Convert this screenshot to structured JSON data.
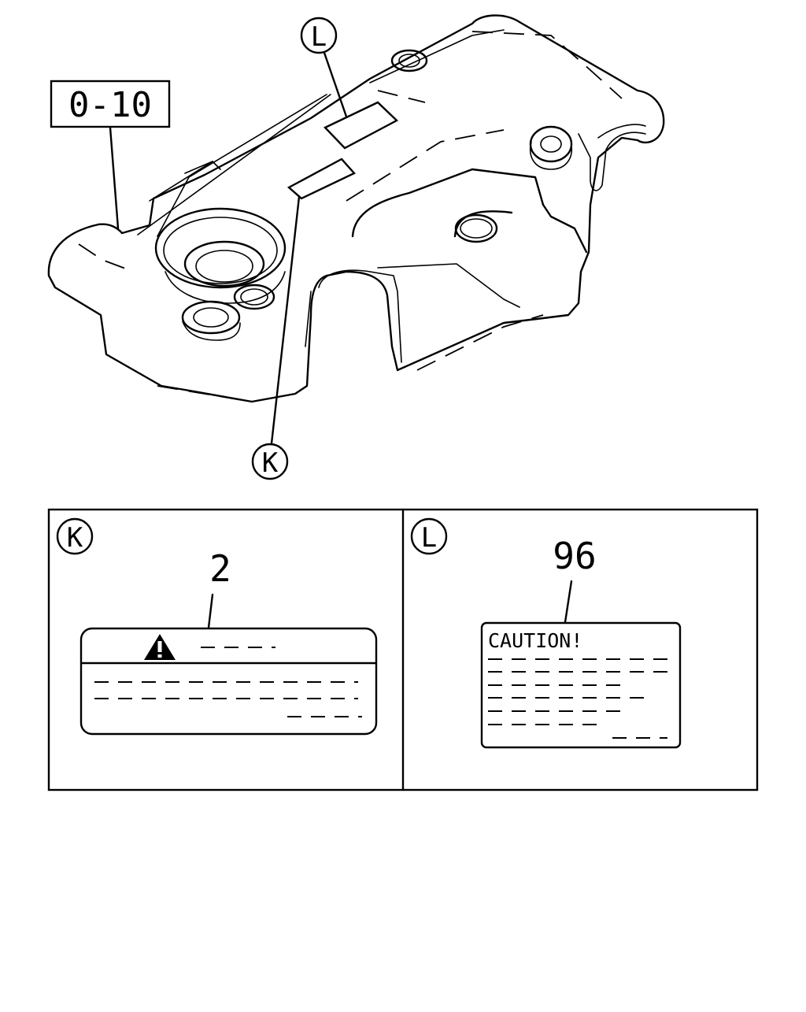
{
  "reference_box": {
    "label": "0-10"
  },
  "callouts": {
    "k": {
      "letter": "K"
    },
    "l": {
      "letter": "L"
    }
  },
  "panel_k": {
    "letter": "K",
    "part_number": "2"
  },
  "panel_l": {
    "letter": "L",
    "part_number": "96",
    "label_heading": "CAUTION!"
  }
}
